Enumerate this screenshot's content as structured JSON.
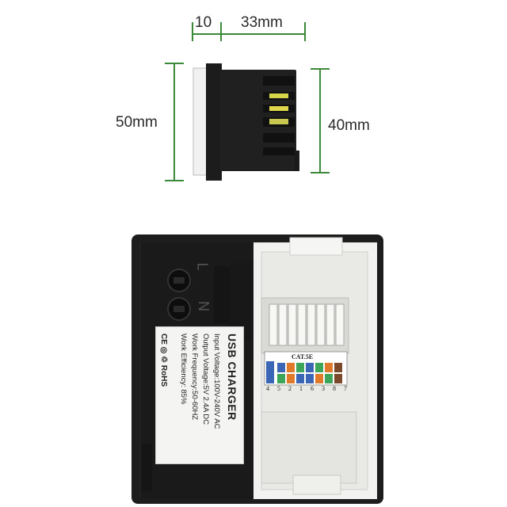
{
  "dimensions": {
    "depth_front": "10",
    "depth_back": "33mm",
    "height_outer": "50mm",
    "height_inner": "40mm"
  },
  "usb_label": {
    "title": "USB CHARGER",
    "lines": [
      "Input Voltage:100V-240V  AC",
      "Output Voltage:5V 2.4A  DC",
      "Work Frequency:50-60HZ",
      "Work Efficiency: 85%"
    ],
    "marks": "CE  ◎  ♲  RoHS"
  },
  "terminals": {
    "l": "L",
    "n": "N"
  },
  "rj45": {
    "category": "CAT.5E",
    "pins": "4 5 2 1 6 3 8 7"
  },
  "colors": {
    "dimension_line": "#3a8a3a",
    "module_body": "#1b1b1b",
    "insert": "#f2f2f2"
  }
}
